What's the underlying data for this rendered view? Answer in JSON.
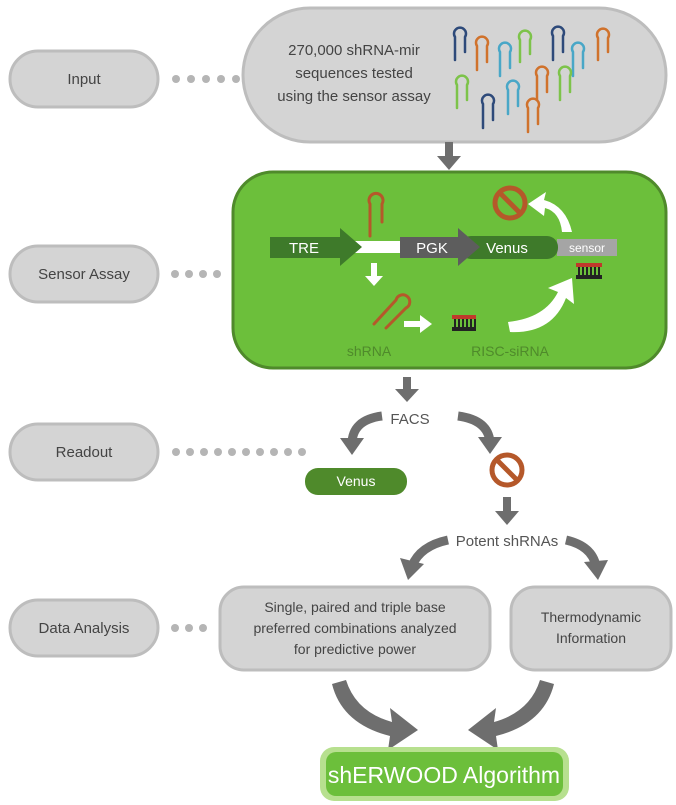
{
  "stages": {
    "input": "Input",
    "sensor_assay": "Sensor Assay",
    "readout": "Readout",
    "data_analysis": "Data Analysis"
  },
  "input_box": {
    "line1": "270,000 shRNA-mir",
    "line2": "sequences tested",
    "line3": "using the sensor assay"
  },
  "assay": {
    "tre": "TRE",
    "pgk": "PGK",
    "venus": "Venus",
    "sensor": "sensor",
    "shrna": "shRNA",
    "risc": "RISC-siRNA"
  },
  "readout": {
    "facs": "FACS",
    "venus": "Venus",
    "potent": "Potent shRNAs"
  },
  "analysis": {
    "left_line1": "Single, paired and triple base",
    "left_line2": "preferred combinations analyzed",
    "left_line3": "for predictive power",
    "right_line1": "Thermodynamic",
    "right_line2": "Information"
  },
  "algorithm": "shERWOOD Algorithm",
  "colors": {
    "green": "#6cbf3b",
    "dark_green": "#4f8a2b",
    "grey_fill": "#d4d4d4",
    "grey_stroke": "#bdbdbd",
    "arrow_grey": "#6e6e6e",
    "no_symbol": "#b5582a"
  }
}
